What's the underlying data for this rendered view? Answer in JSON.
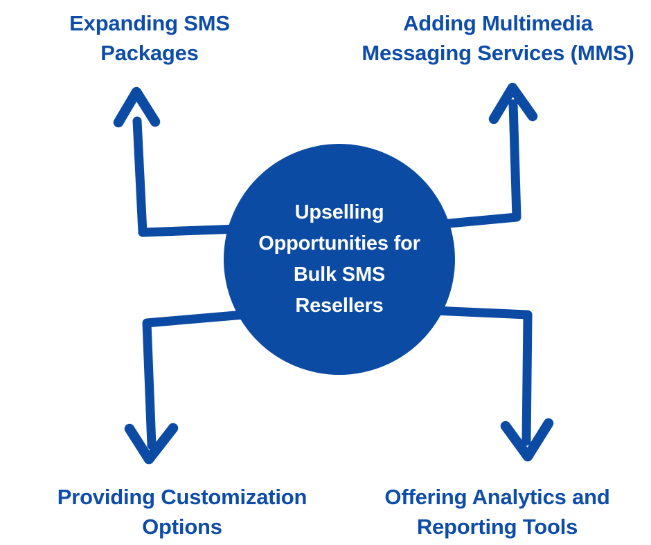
{
  "title": "Upselling Opportunities for Bulk SMS Resellers",
  "colors": {
    "shape_blue": "#0c4ba3",
    "label_text_blue": "#0d4ca8",
    "center_text": "#ffffff",
    "background": "#ffffff"
  },
  "center_node": {
    "lines": [
      "Upselling",
      "Opportunities for",
      "Bulk SMS",
      "Resellers"
    ]
  },
  "branches": [
    {
      "position": "top-left",
      "lines": [
        "Expanding SMS",
        "Packages"
      ]
    },
    {
      "position": "top-right",
      "lines": [
        "Adding Multimedia",
        "Messaging Services (MMS)"
      ]
    },
    {
      "position": "bottom-left",
      "lines": [
        "Providing Customization",
        "Options"
      ]
    },
    {
      "position": "bottom-right",
      "lines": [
        "Offering Analytics and",
        "Reporting Tools"
      ]
    }
  ]
}
